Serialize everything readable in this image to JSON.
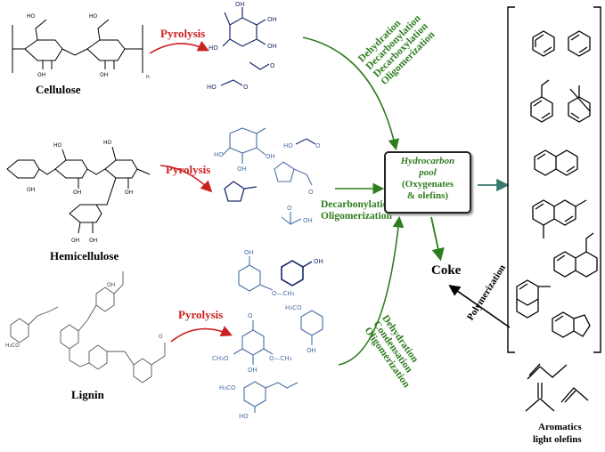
{
  "diagram": {
    "feedstocks": [
      "Cellulose",
      "Hemicellulose",
      "Lignin"
    ],
    "pyrolysis_label": "Pyrolysis",
    "upper_route": [
      "Dehydration",
      "Decarbonylation",
      "Decarboxylation",
      "Oligomerization"
    ],
    "middle_route": [
      "Decarbonylation",
      "Oligomerization"
    ],
    "lower_route": [
      "Dehydration",
      "Condensation",
      "Oligomerization"
    ],
    "pool": {
      "title_line1": "Hydrocarbon",
      "title_line2": "pool",
      "sub_line1": "(Oxygenates",
      "sub_line2": "& olefins)"
    },
    "coke": "Coke",
    "polymerization": "Polymerization",
    "products_line1": "Aromatics",
    "products_line2": "light olefins",
    "cellulose_n": "n",
    "substituents": {
      "ho": "HO",
      "oh": "OH",
      "o": "O",
      "och3": "O—CH₃",
      "h3co": "H₃CO",
      "ch3o": "CH₃O"
    },
    "colors": {
      "pyrolysis_arrow": "#cc1f1f",
      "process_arrow": "#2e7d1f",
      "product_arrow": "#3a7a6e",
      "product_molecules": "#1a2a6c",
      "lignin_products": "#4a6fa5"
    }
  }
}
